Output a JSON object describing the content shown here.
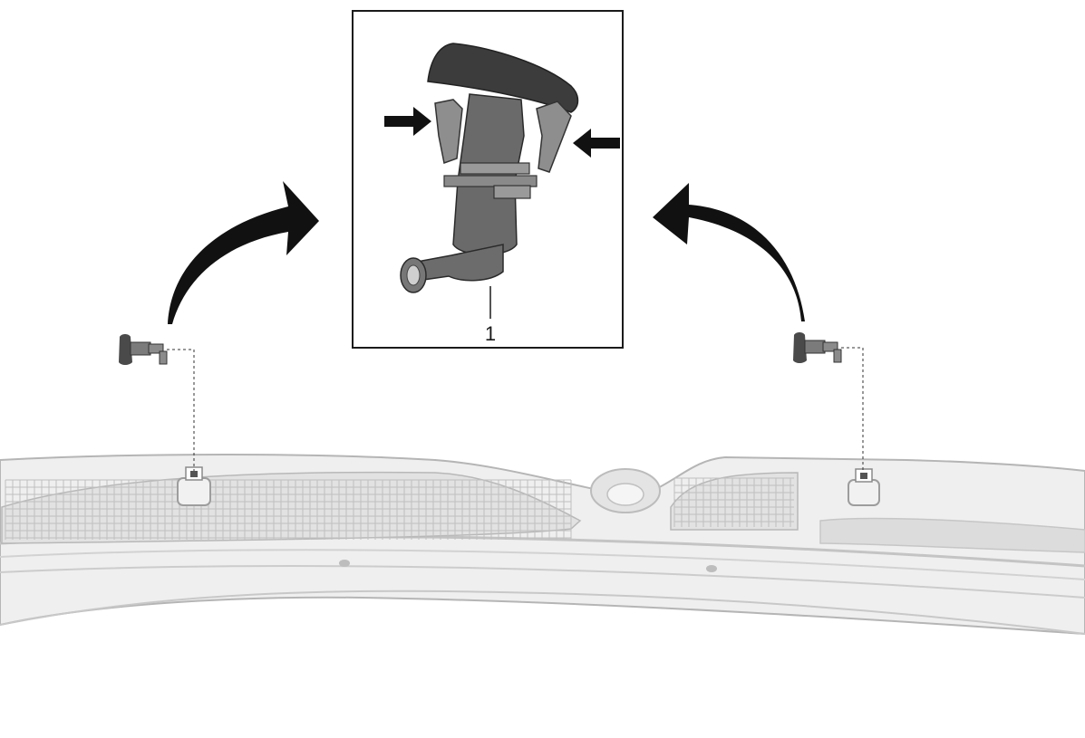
{
  "figure": {
    "callouts": [
      {
        "id": "1",
        "label": "1"
      }
    ],
    "colors": {
      "line": "#1a1a1a",
      "part_dark": "#4a4a4a",
      "part_mid": "#7b7b7b",
      "part_light": "#a9a9a9",
      "cowl_fill": "#e9e9e9",
      "cowl_edge": "#b5b5b5"
    },
    "icons": [
      "removal-arrow-left",
      "removal-arrow-right",
      "press-arrow-left",
      "press-arrow-right"
    ]
  }
}
